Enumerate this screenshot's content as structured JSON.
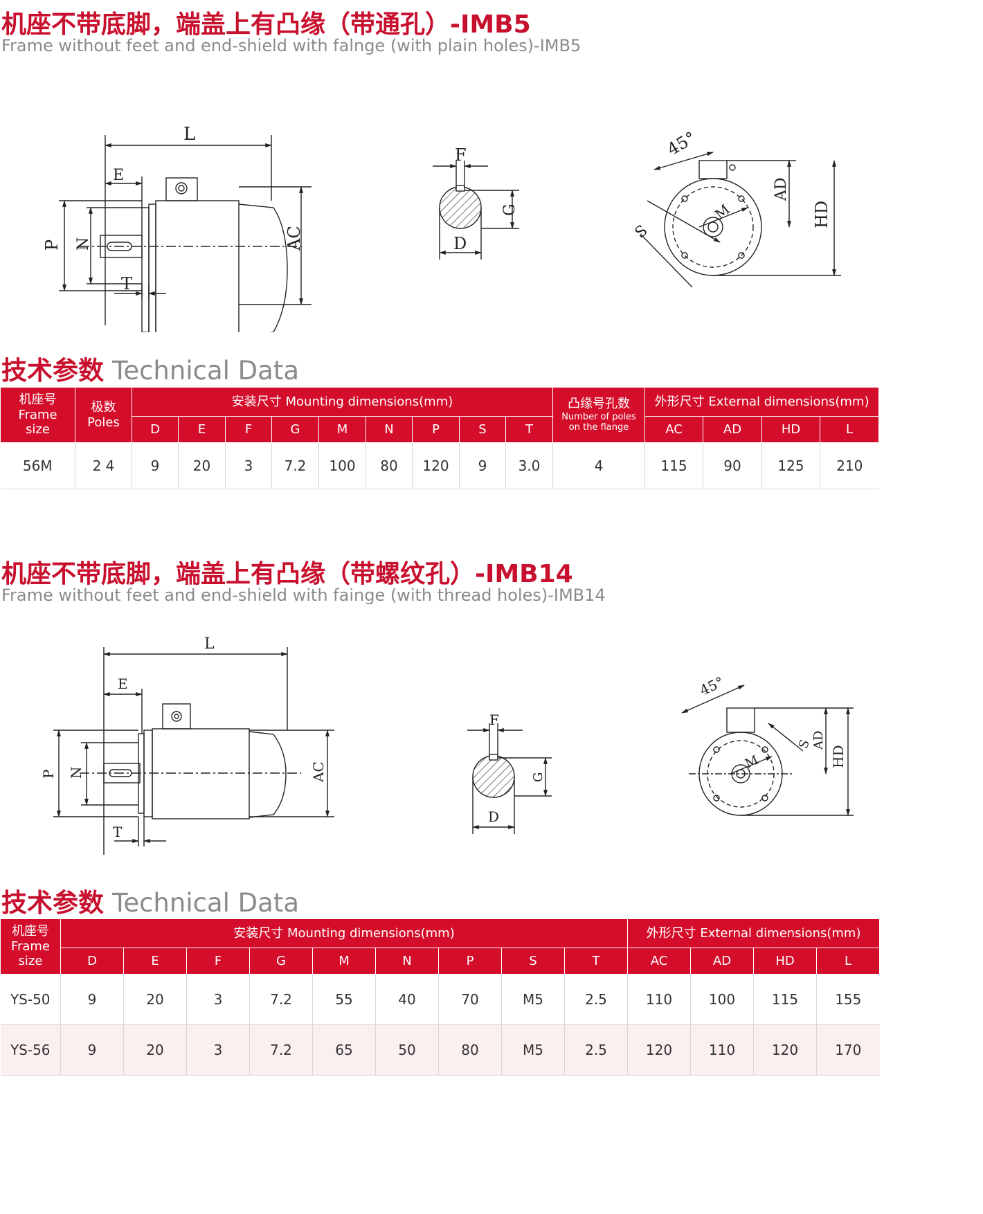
{
  "section1": {
    "title_cn": "机座不带底脚，端盖上有凸缘（带通孔）-IMB5",
    "title_en": "Frame without feet and end-shield with falnge (with plain holes)-IMB5",
    "drawing_labels": [
      "L",
      "E",
      "P",
      "N",
      "T",
      "AC",
      "F",
      "G",
      "D",
      "45°",
      "AD",
      "HD",
      "M",
      "S"
    ],
    "tech_cn": "技术参数",
    "tech_en": "Technical  Data",
    "table": {
      "h_frame_cn": "机座号",
      "h_frame_en": "Frame size",
      "h_poles_cn": "极数",
      "h_poles_en": "Poles",
      "h_mount": "安装尺寸 Mounting dimensions(mm)",
      "h_flange_cn": "凸缘号孔数",
      "h_flange_en": "Number of poles on the flange",
      "h_ext": "外形尺寸 External dimensions(mm)",
      "mount_cols": [
        "D",
        "E",
        "F",
        "G",
        "M",
        "N",
        "P",
        "S",
        "T"
      ],
      "ext_cols": [
        "AC",
        "AD",
        "HD",
        "L"
      ],
      "rows": [
        [
          "56M",
          "2  4",
          "9",
          "20",
          "3",
          "7.2",
          "100",
          "80",
          "120",
          "9",
          "3.0",
          "4",
          "115",
          "90",
          "125",
          "210"
        ]
      ]
    }
  },
  "section2": {
    "title_cn": "机座不带底脚，端盖上有凸缘（带螺纹孔）-IMB14",
    "title_en": "Frame without feet and end-shield with fainge (with thread holes)-IMB14",
    "drawing_labels": [
      "L",
      "E",
      "P",
      "N",
      "T",
      "AC",
      "F",
      "G",
      "D",
      "45°",
      "S",
      "AD",
      "HD",
      "M"
    ],
    "tech_cn": "技术参数",
    "tech_en": "Technical  Data",
    "table": {
      "h_frame_cn": "机座号",
      "h_frame_en": "Frame size",
      "h_mount": "安装尺寸 Mounting dimensions(mm)",
      "h_ext": "外形尺寸 External dimensions(mm)",
      "mount_cols": [
        "D",
        "E",
        "F",
        "G",
        "M",
        "N",
        "P",
        "S",
        "T"
      ],
      "ext_cols": [
        "AC",
        "AD",
        "HD",
        "L"
      ],
      "rows": [
        [
          "YS-50",
          "9",
          "20",
          "3",
          "7.2",
          "55",
          "40",
          "70",
          "M5",
          "2.5",
          "110",
          "100",
          "115",
          "155"
        ],
        [
          "YS-56",
          "9",
          "20",
          "3",
          "7.2",
          "65",
          "50",
          "80",
          "M5",
          "2.5",
          "120",
          "110",
          "120",
          "170"
        ]
      ]
    }
  }
}
